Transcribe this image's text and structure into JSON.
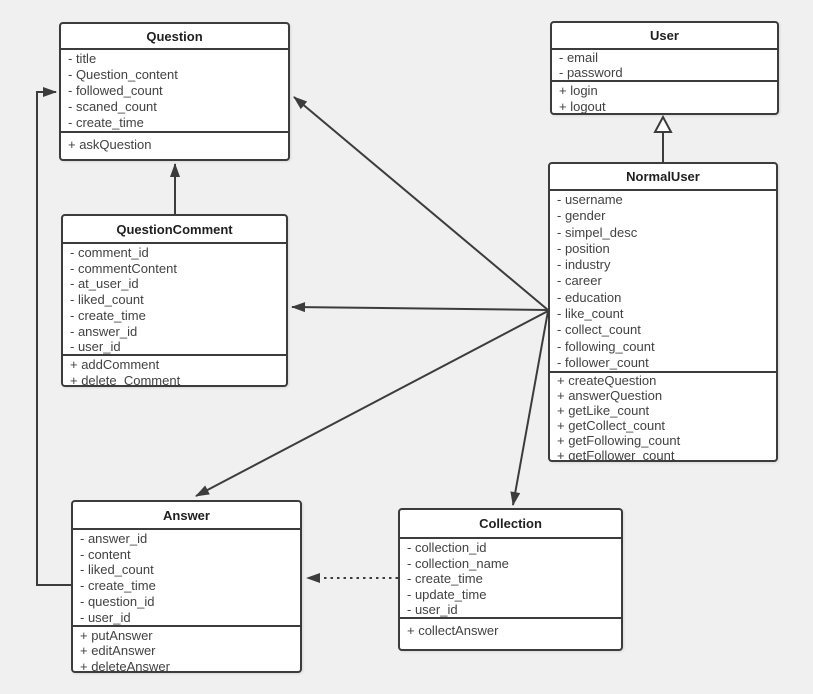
{
  "diagram": {
    "colors": {
      "background": "#f0f0f0",
      "box_fill": "#ffffff",
      "line": "#3c3c3c",
      "text": "#424242"
    },
    "classes": {
      "question": {
        "name": "Question",
        "attributes": [
          "- title",
          "- Question_content",
          "- followed_count",
          "- scaned_count",
          "- create_time"
        ],
        "methods": [
          "+ askQuestion"
        ]
      },
      "user": {
        "name": "User",
        "attributes": [
          "- email",
          "- password"
        ],
        "methods": [
          "+ login",
          "+ logout"
        ]
      },
      "question_comment": {
        "name": "QuestionComment",
        "attributes": [
          "- comment_id",
          "- commentContent",
          "- at_user_id",
          "- liked_count",
          "- create_time",
          "- answer_id",
          "- user_id"
        ],
        "methods": [
          "+ addComment",
          "+ delete_Comment"
        ]
      },
      "normal_user": {
        "name": "NormalUser",
        "attributes": [
          "- username",
          "- gender",
          "- simpel_desc",
          "- position",
          "- industry",
          "- career",
          "- education",
          "- like_count",
          "- collect_count",
          "- following_count",
          "- follower_count"
        ],
        "methods": [
          "+ createQuestion",
          "+ answerQuestion",
          "+ getLike_count",
          "+ getCollect_count",
          "+ getFollowing_count",
          "+ getFollower_count"
        ]
      },
      "answer": {
        "name": "Answer",
        "attributes": [
          "- answer_id",
          "- content",
          "- liked_count",
          "- create_time",
          "- question_id",
          "- user_id"
        ],
        "methods": [
          "+ putAnswer",
          "+ editAnswer",
          "+ deleteAnswer"
        ]
      },
      "collection": {
        "name": "Collection",
        "attributes": [
          "- collection_id",
          "- collection_name",
          "- create_time",
          "- update_time",
          "- user_id"
        ],
        "methods": [
          "+ collectAnswer"
        ]
      }
    },
    "relationships": [
      {
        "from": "NormalUser",
        "to": "User",
        "type": "inheritance-hollow-triangle"
      },
      {
        "from": "QuestionComment",
        "to": "Question",
        "type": "solid-arrow"
      },
      {
        "from": "NormalUser",
        "to": "Question",
        "type": "solid-arrow"
      },
      {
        "from": "NormalUser",
        "to": "QuestionComment",
        "type": "solid-arrow"
      },
      {
        "from": "NormalUser",
        "to": "Answer",
        "type": "solid-arrow"
      },
      {
        "from": "NormalUser",
        "to": "Collection",
        "type": "solid-arrow"
      },
      {
        "from": "Collection",
        "to": "Answer",
        "type": "dashed-arrow"
      },
      {
        "from": "Answer",
        "to": "Question",
        "type": "solid-arrow-orthogonal"
      }
    ]
  }
}
